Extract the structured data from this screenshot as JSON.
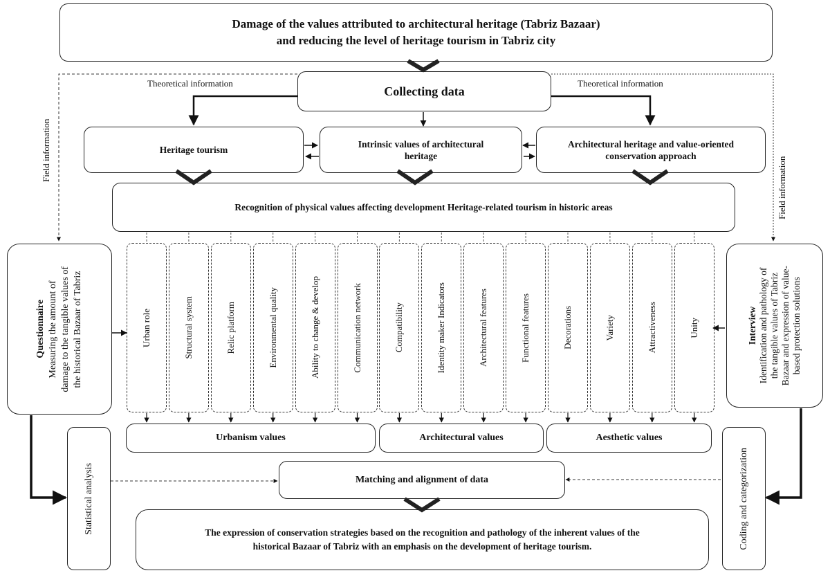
{
  "title": {
    "line1": "Damage of the values attributed to architectural heritage (Tabriz Bazaar)",
    "line2": "and reducing the level of heritage tourism in Tabriz city"
  },
  "collecting": "Collecting data",
  "labels": {
    "theoretical_left": "Theoretical information",
    "theoretical_right": "Theoretical information",
    "field_left": "Field information",
    "field_right": "Field information"
  },
  "level2": {
    "heritage_tourism": "Heritage tourism",
    "intrinsic": "Intrinsic values of architectural heritage",
    "conservation": "Architectural heritage and value-oriented conservation approach"
  },
  "recognition": "Recognition of physical values affecting development Heritage-related tourism in historic areas",
  "questionnaire": {
    "title": "Questionnaire",
    "line1": "Measuring the amount of",
    "line2": "damage to the tangible values of",
    "line3": "the historical Bazaar of Tabriz"
  },
  "interview": {
    "title": "Interview",
    "line1": "Identification and pathology of",
    "line2": "the tangible values of Tabriz",
    "line3": "Bazaar and expression of value-",
    "line4": "based protection solutions"
  },
  "values": [
    "Urban role",
    "Structural system",
    "Relic platform",
    "Environmental quality",
    "Ability to change & develop",
    "Communication network",
    "Compatibility",
    "Identity maker Indicators",
    "Architectural features",
    "Functional features",
    "Decorations",
    "Variety",
    "Attractiveness",
    "Unity"
  ],
  "groups": {
    "urbanism": "Urbanism values",
    "architectural": "Architectural values",
    "aesthetic": "Aesthetic values"
  },
  "statistical": "Statistical analysis",
  "coding": "Coding and categorization",
  "matching": "Matching and alignment of data",
  "final": {
    "line1": "The expression of conservation strategies based on the recognition and pathology of the inherent values of the",
    "line2": "historical Bazaar of Tabriz with an emphasis on the development of heritage tourism."
  }
}
